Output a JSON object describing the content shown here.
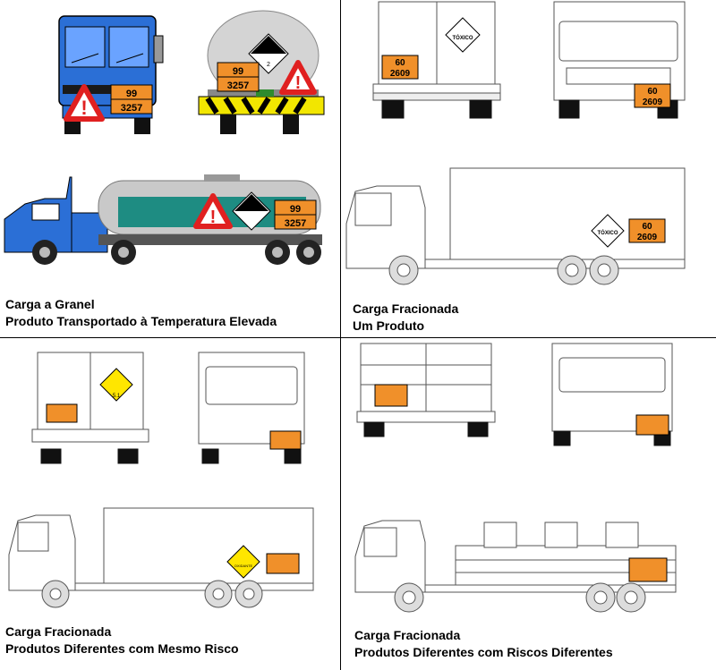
{
  "panels": [
    {
      "line1": "Carga a Granel",
      "line2": "Produto Transportado à Temperatura Elevada",
      "plate_top": "99",
      "plate_bottom": "3257"
    },
    {
      "line1": "Carga Fracionada",
      "line2": "Um Produto",
      "plate_top": "60",
      "plate_bottom": "2609",
      "diamond_label": "TÓXICO"
    },
    {
      "line1": "Carga Fracionada",
      "line2": "Produtos Diferentes com Mesmo Risco",
      "diamond_label": "OXIDANTE",
      "diamond_number": "5.1"
    },
    {
      "line1": "Carga Fracionada",
      "line2": "Produtos Diferentes com Riscos Diferentes"
    }
  ],
  "colors": {
    "orange_plate": "#f0902a",
    "cab_blue": "#2b6fd6",
    "tank_teal": "#1e8c82",
    "tank_grey": "#c9c9c9",
    "triangle_red": "#e02020",
    "diamond_yellow": "#ffe600",
    "stripe_yellow": "#f2e600"
  }
}
